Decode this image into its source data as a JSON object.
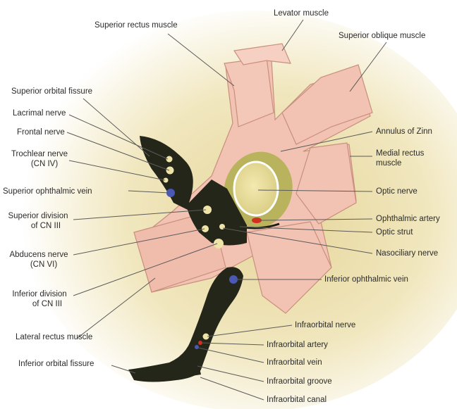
{
  "labels": {
    "superior_rectus": "Superior rectus muscle",
    "levator": "Levator muscle",
    "superior_oblique": "Superior oblique muscle",
    "superior_orbital_fissure": "Superior orbital fissure",
    "lacrimal_nerve": "Lacrimal nerve",
    "frontal_nerve": "Frontal nerve",
    "trochlear_line1": "Trochlear nerve",
    "trochlear_line2": "(CN IV)",
    "superior_ophthalmic_vein": "Superior ophthalmic vein",
    "superior_division_line1": "Superior division",
    "superior_division_line2": "of CN III",
    "abducens_line1": "Abducens nerve",
    "abducens_line2": "(CN VI)",
    "inferior_division_line1": "Inferior division",
    "inferior_division_line2": "of CN III",
    "lateral_rectus": "Lateral rectus muscle",
    "inferior_orbital_fissure": "Inferior orbital fissure",
    "annulus_of_zinn": "Annulus of Zinn",
    "medial_rectus_line1": "Medial rectus",
    "medial_rectus_line2": "muscle",
    "optic_nerve": "Optic nerve",
    "ophthalmic_artery": "Ophthalmic artery",
    "optic_strut": "Optic strut",
    "nasociliary_nerve": "Nasociliary nerve",
    "inferior_ophthalmic_vein": "Inferior ophthalmic vein",
    "infraorbital_nerve": "Infraorbital nerve",
    "infraorbital_artery": "Infraorbital artery",
    "infraorbital_vein": "Infraorbital vein",
    "infraorbital_groove": "Infraorbital groove",
    "infraorbital_canal": "Infraorbital canal"
  },
  "colors": {
    "background_glow": "#efe3b4",
    "muscle": "#f2c2b2",
    "muscle_edge": "#c98f7e",
    "fissure": "#24261a",
    "optic_canal": "#b8b35c",
    "optic_nerve": "#e9dd9c",
    "artery": "#d2301f",
    "vein": "#4a58b6",
    "nerve": "#efe4a8",
    "text": "#2b2b2b",
    "leader": "#5a5a5a"
  }
}
